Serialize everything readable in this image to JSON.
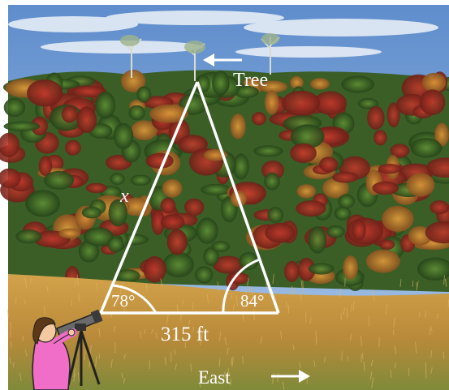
{
  "labels": {
    "apex": "Tree",
    "side": "x",
    "left_angle": "78°",
    "right_angle": "84°",
    "base": "315 ft",
    "direction": "East"
  },
  "colors": {
    "sky": "#6f9bd3",
    "cloud": "#e8eef6",
    "forest_green": "#3f6a2a",
    "autumn_red": "#b0322a",
    "autumn_orange": "#d4862e",
    "meadow": "#c9963f",
    "lines": "#ffffff",
    "jacket": "#f06ec8",
    "tripod": "#222222"
  },
  "icons": {
    "tree_pointer": "arrow-left-icon",
    "east_pointer": "arrow-right-icon",
    "observer": "person-with-telescope-icon"
  }
}
